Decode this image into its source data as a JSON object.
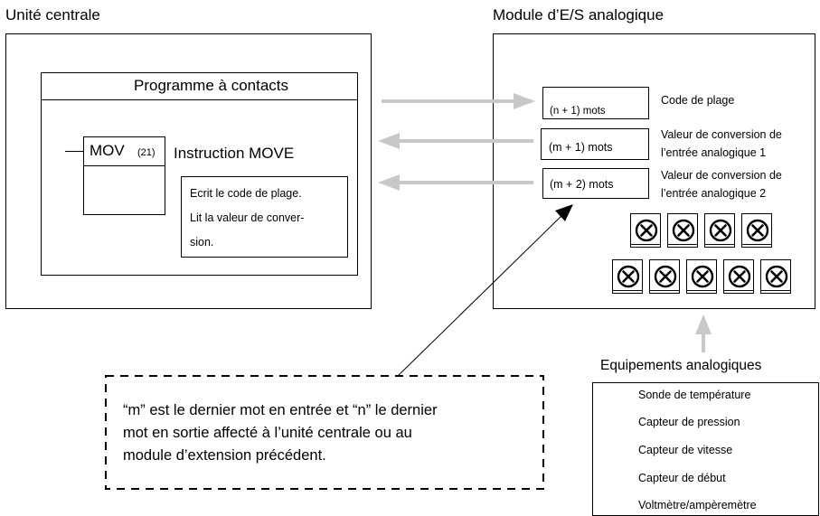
{
  "cpu": {
    "title": "Unité centrale",
    "ladder_title": "Programme à contacts",
    "mov_label": "MOV",
    "mov_code": "(21)",
    "instruction_label": "Instruction MOVE",
    "note_line1": "Ecrit le code de plage.",
    "note_line2": "Lit la valeur de conver-",
    "note_line3": "sion."
  },
  "module": {
    "title": "Module d’E/S analogique",
    "words": [
      {
        "label": "(n + 1) mots",
        "desc1": "Code de plage",
        "desc2": ""
      },
      {
        "label": "(m + 1) mots",
        "desc1": "Valeur de conversion de",
        "desc2": "l’entrée analogique 1"
      },
      {
        "label": "(m + 2) mots",
        "desc1": "Valeur de conversion de",
        "desc2": "l’entrée analogique 2"
      }
    ]
  },
  "callout": {
    "line1": "“m” est le dernier mot en entrée et “n” le dernier",
    "line2": "mot en sortie affecté à l’unité centrale ou au",
    "line3": "module d’extension précédent."
  },
  "devices": {
    "title": "Equipements  analogiques",
    "items": [
      "Sonde de température",
      "Capteur de pression",
      "Capteur de vitesse",
      "Capteur de début",
      "Voltmètre/ampèremètre"
    ]
  },
  "colors": {
    "arrow_gray": "#c8c8c8",
    "line": "#000000"
  }
}
